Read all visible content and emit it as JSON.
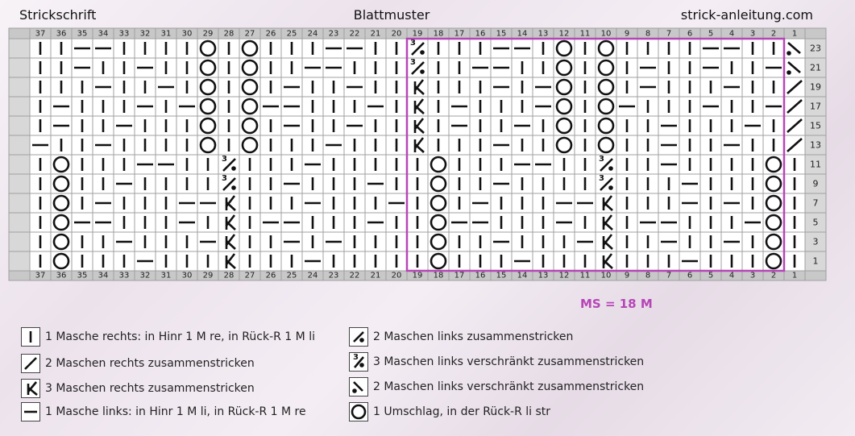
{
  "header": {
    "left": "Strickschrift",
    "center": "Blattmuster",
    "right": "strick-anleitung.com"
  },
  "chart": {
    "columns": 37,
    "row_labels": [
      "23",
      "21",
      "19",
      "17",
      "15",
      "13",
      "11",
      "9",
      "7",
      "5",
      "3",
      "1"
    ],
    "rows": [
      "I|I|-|-|I|I|I|I|O|I|O|I|I|I|-|-|I|I|A|I|I|I|-|-|I|O|I|O|I|I|I|I|-|-|I|I|S",
      "I|I|-|I|I|-|I|I|O|I|O|I|I|-|-|I|I|I|A|I|I|-|-|I|I|O|I|O|I|-|I|I|-|I|I|-|S",
      "I|I|I|-|I|I|-|I|O|I|O|I|-|I|I|-|I|I|K|I|I|I|-|I|-|O|I|O|I|-|I|I|I|-|I|I|/",
      "I|-|I|I|I|-|I|-|O|I|O|-|-|I|I|I|-|I|K|I|-|I|I|I|-|O|I|O|-|I|I|I|-|I|I|-|/",
      "I|-|I|I|-|I|I|I|O|I|O|I|-|I|I|-|I|I|K|I|-|I|I|-|I|O|I|O|I|I|-|I|I|I|-|I|/",
      "-|I|I|-|I|I|I|I|O|I|O|I|I|I|-|I|I|I|K|I|I|I|-|I|I|O|I|O|I|I|-|I|I|-|I|I|/",
      "I|O|I|I|I|-|-|I|I|A|I|I|I|-|I|I|I|I|I|O|I|I|I|-|-|I|I|A|I|I|-|I|I|I|I|O|I",
      "I|O|I|I|-|I|I|I|I|A|I|I|-|I|I|I|-|I|I|O|I|I|-|I|I|I|I|A|I|I|I|-|I|I|I|O|I",
      "I|O|I|-|I|I|I|-|-|K|I|I|I|-|I|I|I|-|I|O|I|-|I|I|I|-|-|K|I|I|I|-|I|-|I|O|I",
      "I|O|-|-|I|I|I|-|I|K|I|-|-|I|I|I|-|I|I|O|-|-|I|I|I|-|I|K|I|-|-|I|I|I|-|O|I",
      "I|O|I|I|-|I|I|I|-|K|I|I|-|I|-|I|I|I|I|O|I|I|-|I|I|I|-|K|I|I|-|I|I|-|I|O|I",
      "I|O|I|I|I|-|I|I|I|K|I|I|I|-|I|I|I|I|I|O|I|I|I|-|I|I|I|K|I|I|I|-|I|I|I|O|I"
    ],
    "repeat_label": "MS = 18 M",
    "colors": {
      "grid": "#a0a0a0",
      "header_fill": "#c8c8c8",
      "cell_fill": "#ffffff",
      "symbol": "#111111",
      "repeat_box": "#b646b6"
    }
  },
  "legend": [
    {
      "sym": "I",
      "icon": "knit-stitch-icon",
      "text": "1 Masche rechts: in Hinr 1 M re, in Rück-R 1 M li"
    },
    {
      "sym": "/",
      "icon": "k2tog-icon",
      "text": "2 Maschen rechts zusammenstricken"
    },
    {
      "sym": "K",
      "icon": "k3tog-icon",
      "text": "3 Maschen rechts zusammenstricken"
    },
    {
      "sym": "-",
      "icon": "purl-stitch-icon",
      "text": "1 Masche links: in Hinr 1 M li, in Rück-R 1 M re"
    },
    {
      "sym": "P",
      "icon": "p2tog-icon",
      "text": "2 Maschen links zusammenstricken"
    },
    {
      "sym": "A",
      "icon": "p3tog-tbl-icon",
      "text": "3 Maschen links verschränkt zusammenstricken"
    },
    {
      "sym": "S",
      "icon": "p2tog-tbl-icon",
      "text": "2 Maschen links verschränkt zusammenstricken"
    },
    {
      "sym": "O",
      "icon": "yarn-over-icon",
      "text": "1 Umschlag, in der Rück-R li str"
    }
  ]
}
